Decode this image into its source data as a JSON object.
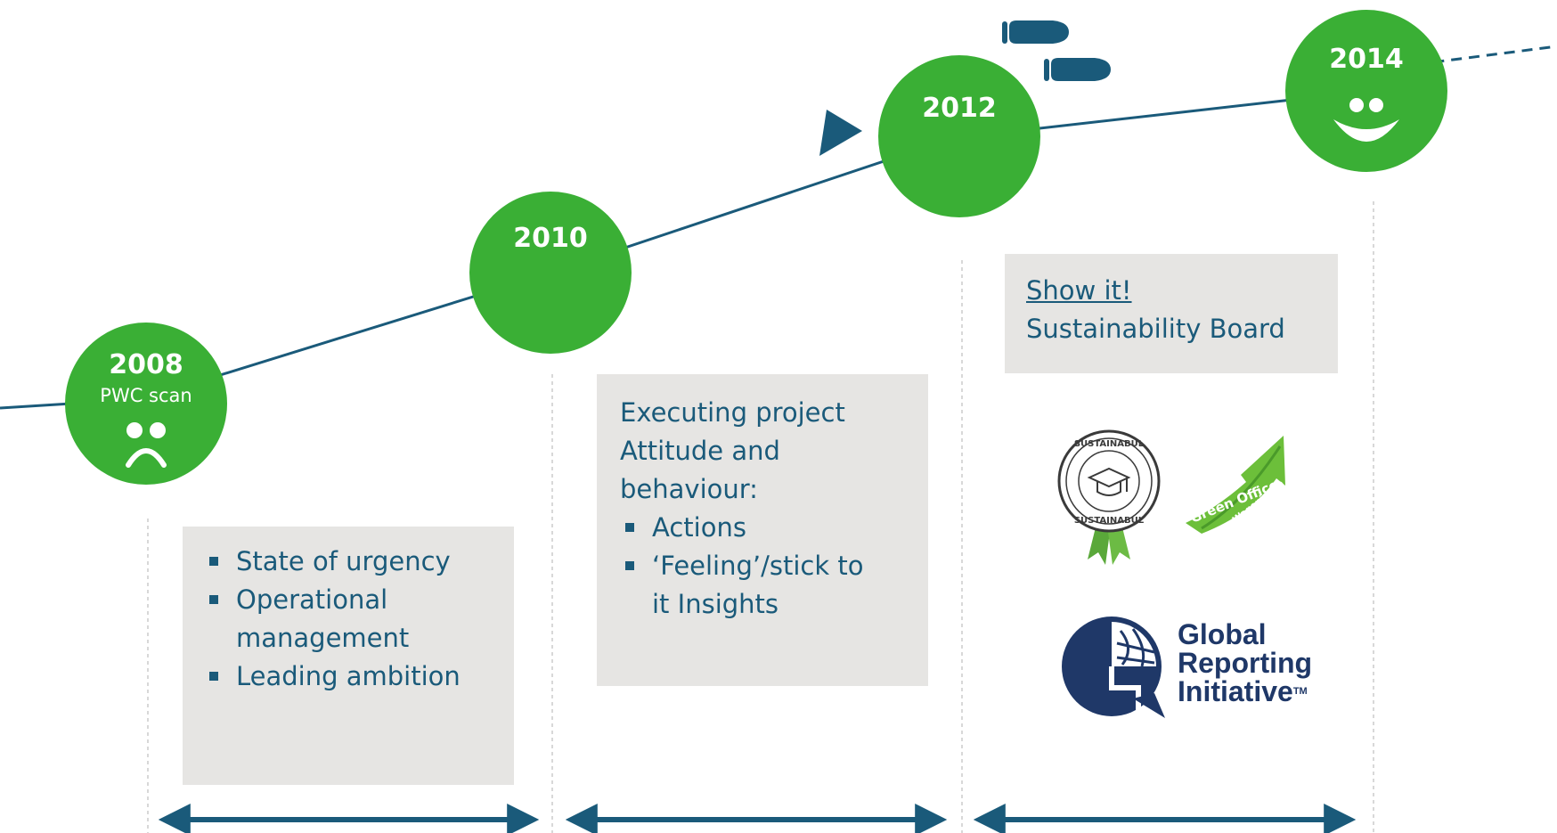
{
  "milestones": [
    {
      "year": "2008",
      "label": "PWC scan",
      "mood": "sad-face-icon"
    },
    {
      "year": "2010"
    },
    {
      "year": "2012"
    },
    {
      "year": "2014",
      "mood": "happy-face-icon"
    }
  ],
  "box_2008": {
    "items": [
      "State of urgency",
      "Operational management",
      "Leading ambition"
    ]
  },
  "box_2010": {
    "heading_1": "Executing project",
    "heading_2": "Attitude and",
    "heading_3": "behaviour:",
    "items": [
      "Actions",
      "‘Feeling’/stick to it Insights"
    ]
  },
  "box_2012": {
    "link": "Show it!",
    "text": "Sustainability Board"
  },
  "logos": {
    "sustainabul": "SUSTAINABUL",
    "green_office": "Green Office",
    "green_office_place": "Wageningen",
    "gri_line1": "Global",
    "gri_line2": "Reporting",
    "gri_line3": "Initiative",
    "gri_tm": "TM"
  },
  "colors": {
    "circle": "#3aaf35",
    "line": "#1a5a7a",
    "box": "#e6e5e3",
    "text": "#1a5a7a"
  }
}
